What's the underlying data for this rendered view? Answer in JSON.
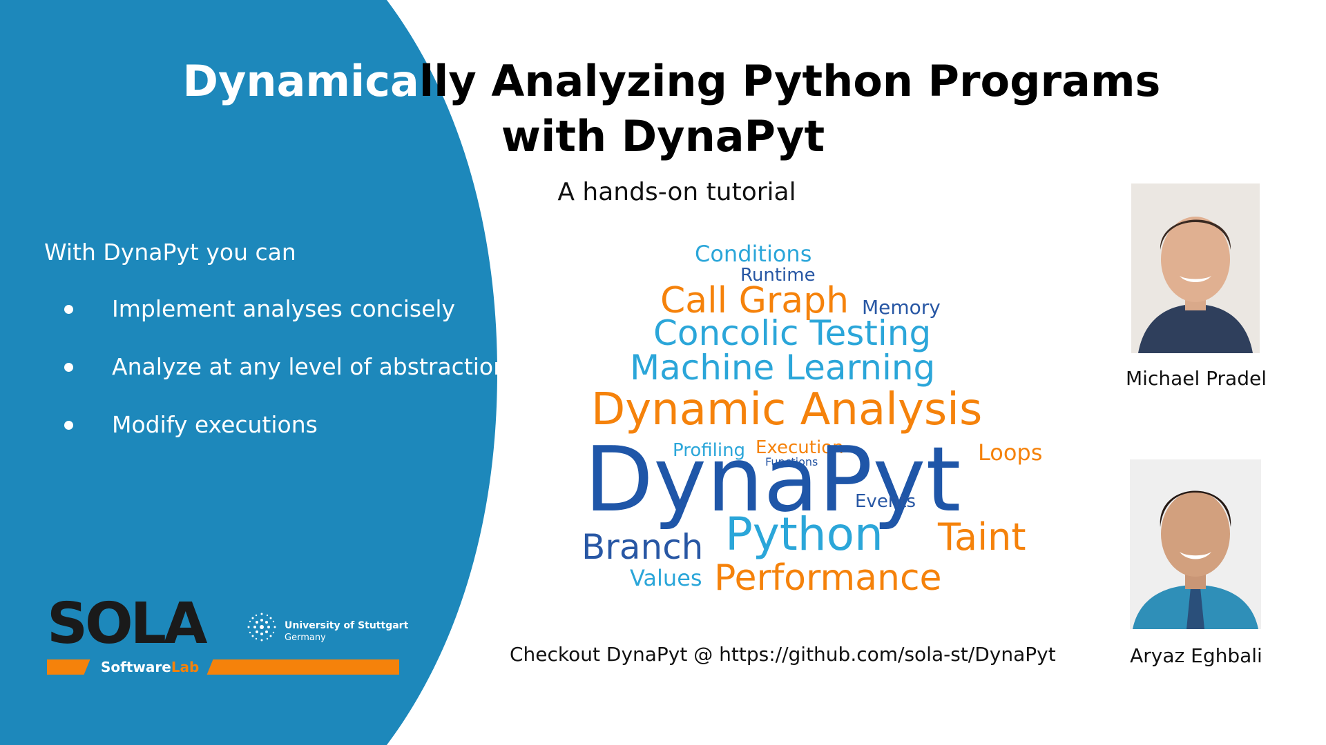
{
  "title": {
    "line1_highlight": "Dynamica",
    "line1_rest": "lly Analyzing Python Programs",
    "line2": "with DynaPyt"
  },
  "subtitle": "A hands-on tutorial",
  "intro": "With DynaPyt you can",
  "bullets": [
    "Implement analyses concisely",
    "Analyze at any level of abstraction",
    "Modify executions"
  ],
  "logos": {
    "sola": "SOLA",
    "software": "Software",
    "lab": "Lab",
    "university": "University of Stuttgart",
    "country": "Germany"
  },
  "wordcloud": {
    "words": [
      {
        "text": "Conditions",
        "color": "#2ba6d9"
      },
      {
        "text": "Runtime",
        "color": "#2857a4"
      },
      {
        "text": "Call Graph",
        "color": "#f5820b"
      },
      {
        "text": "Memory",
        "color": "#2857a4"
      },
      {
        "text": "Concolic Testing",
        "color": "#2ba6d9"
      },
      {
        "text": "Machine Learning",
        "color": "#2ba6d9"
      },
      {
        "text": "Dynamic Analysis",
        "color": "#f5820b"
      },
      {
        "text": "Profiling",
        "color": "#2ba6d9"
      },
      {
        "text": "Execution",
        "color": "#f5820b"
      },
      {
        "text": "Functions",
        "color": "#2857a4"
      },
      {
        "text": "Loops",
        "color": "#f5820b"
      },
      {
        "text": "DynaPyt",
        "color": "#1f56a8"
      },
      {
        "text": "Events",
        "color": "#2857a4"
      },
      {
        "text": "Branch",
        "color": "#2857a4"
      },
      {
        "text": "Python",
        "color": "#2ba6d9"
      },
      {
        "text": "Taint",
        "color": "#f5820b"
      },
      {
        "text": "Values",
        "color": "#2ba6d9"
      },
      {
        "text": "Performance",
        "color": "#f5820b"
      }
    ]
  },
  "checkout": "Checkout DynaPyt @ https://github.com/sola-st/DynaPyt",
  "people": [
    {
      "name": "Michael Pradel"
    },
    {
      "name": "Aryaz Eghbali"
    }
  ],
  "colors": {
    "panel_blue": "#1d88bb",
    "accent_orange": "#f5820b"
  }
}
